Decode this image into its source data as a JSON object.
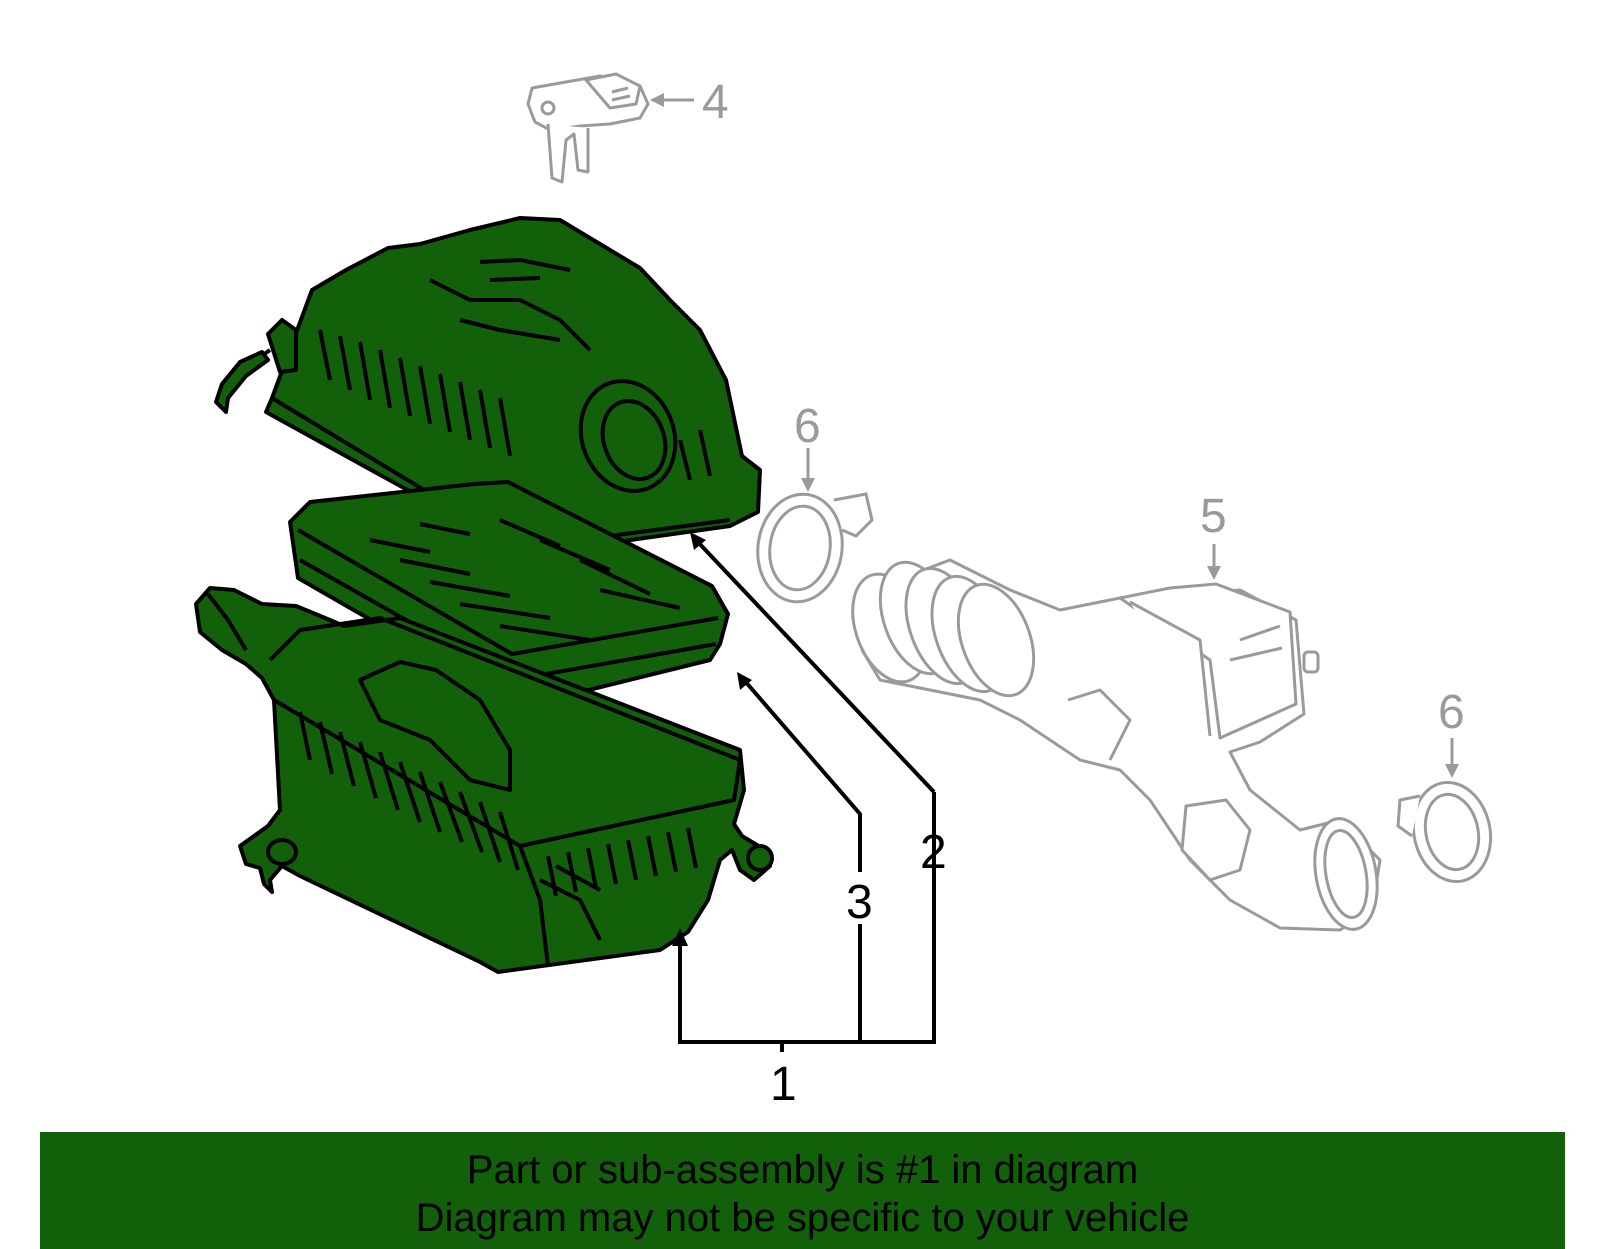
{
  "colors": {
    "highlight": "#12600a",
    "ghost": "#9a9a9a",
    "outline": "#000000",
    "background": "#ffffff"
  },
  "callouts": {
    "c1": "1",
    "c2": "2",
    "c3": "3",
    "c4": "4",
    "c5": "5",
    "c6a": "6",
    "c6b": "6"
  },
  "footer": {
    "line1": "Part or sub-assembly is #1 in diagram",
    "line2": "Diagram may not be specific to your vehicle"
  },
  "icons": [
    "mass-air-flow-sensor",
    "air-cleaner-cover",
    "air-filter-element",
    "air-cleaner-case",
    "clamp",
    "intake-hose"
  ]
}
